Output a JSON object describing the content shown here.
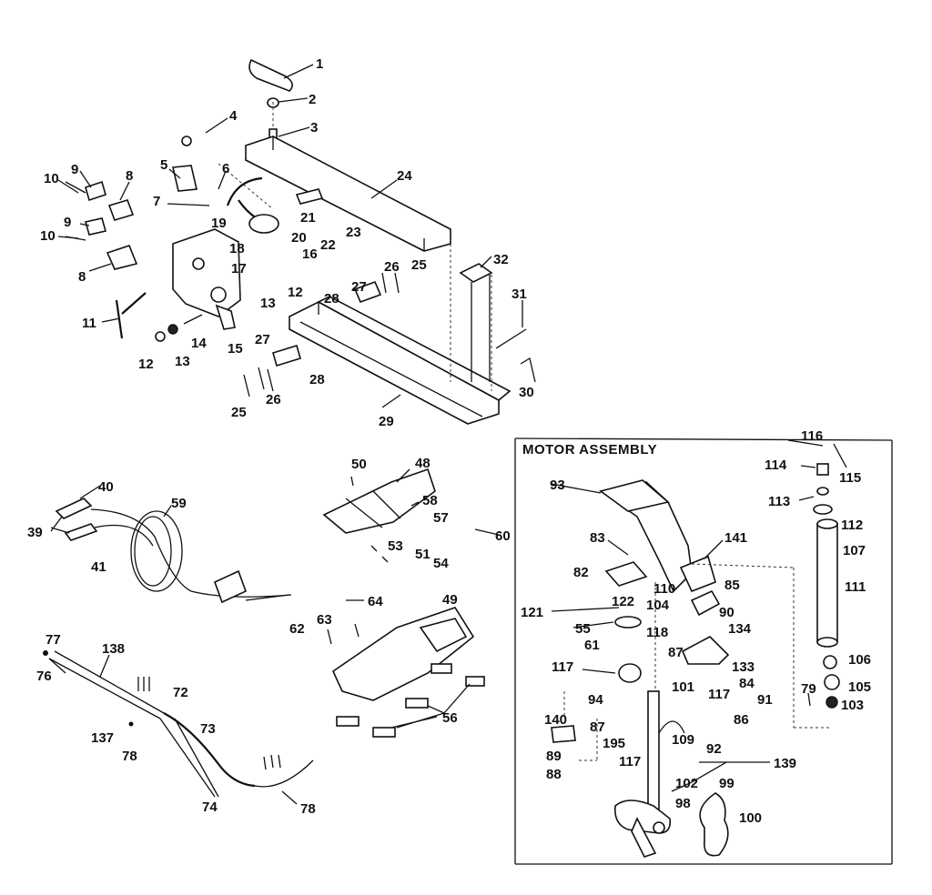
{
  "section_title": "MOTOR ASSEMBLY",
  "labels": [
    "1",
    "2",
    "3",
    "4",
    "5",
    "6",
    "7",
    "8",
    "9",
    "10",
    "9",
    "10",
    "8",
    "11",
    "12",
    "13",
    "14",
    "15",
    "17",
    "18",
    "19",
    "20",
    "16",
    "13",
    "12",
    "21",
    "22",
    "23",
    "24",
    "32",
    "31",
    "30",
    "26",
    "25",
    "27",
    "28",
    "27",
    "28",
    "26",
    "25",
    "29",
    "40",
    "39",
    "41",
    "59",
    "50",
    "48",
    "58",
    "57",
    "53",
    "51",
    "54",
    "60",
    "64",
    "62",
    "63",
    "49",
    "56",
    "77",
    "76",
    "138",
    "72",
    "137",
    "73",
    "78",
    "74",
    "78",
    "93",
    "83",
    "82",
    "141",
    "85",
    "110",
    "122",
    "104",
    "121",
    "55",
    "90",
    "118",
    "134",
    "61",
    "87",
    "117",
    "133",
    "101",
    "84",
    "94",
    "117",
    "91",
    "140",
    "87",
    "195",
    "109",
    "86",
    "89",
    "117",
    "92",
    "88",
    "139",
    "102",
    "99",
    "98",
    "100",
    "116",
    "114",
    "115",
    "113",
    "112",
    "107",
    "111",
    "106",
    "79",
    "105",
    "103"
  ]
}
